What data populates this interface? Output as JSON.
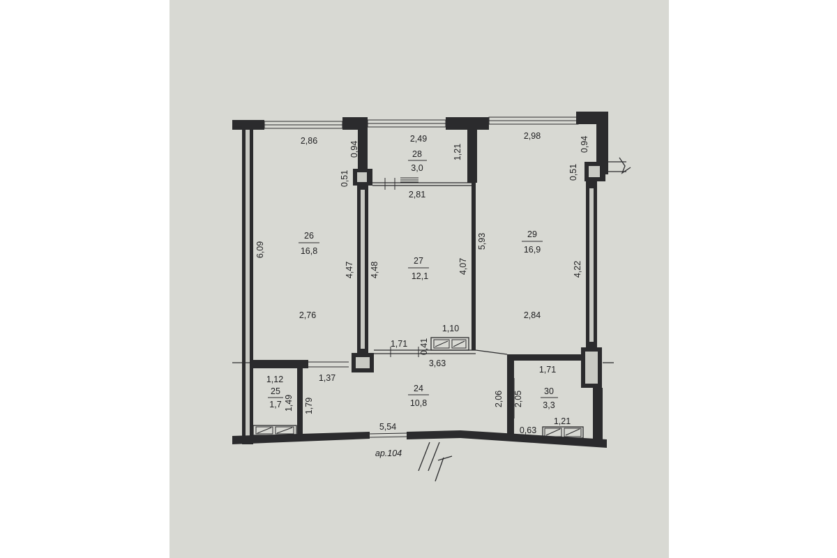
{
  "rooms": [
    {
      "id": "26",
      "area": "16,8"
    },
    {
      "id": "27",
      "area": "12,1"
    },
    {
      "id": "28",
      "area": "3,0"
    },
    {
      "id": "29",
      "area": "16,9"
    },
    {
      "id": "24",
      "area": "10,8"
    },
    {
      "id": "25",
      "area": "1,7"
    },
    {
      "id": "30",
      "area": "3,3"
    }
  ],
  "dimensions": {
    "d286": "2,86",
    "d094a": "0,94",
    "d051a": "0,51",
    "d249": "2,49",
    "d121a": "1,21",
    "d298": "2,98",
    "d094b": "0,94",
    "d051b": "0,51",
    "d281": "2,81",
    "d609": "6,09",
    "d447": "4,47",
    "d448": "4,48",
    "d407": "4,07",
    "d593": "5,93",
    "d422": "4,22",
    "d276": "2,76",
    "d284": "2,84",
    "d110": "1,10",
    "d171a": "1,71",
    "d041": "0,41",
    "d363": "3,63",
    "d171b": "1,71",
    "d112": "1,12",
    "d149": "1,49",
    "d179": "1,79",
    "d137": "1,37",
    "d206": "2,06",
    "d205": "2,05",
    "d121b": "1,21",
    "d063": "0,63",
    "d554": "5,54"
  },
  "axis_label": "ар.104"
}
